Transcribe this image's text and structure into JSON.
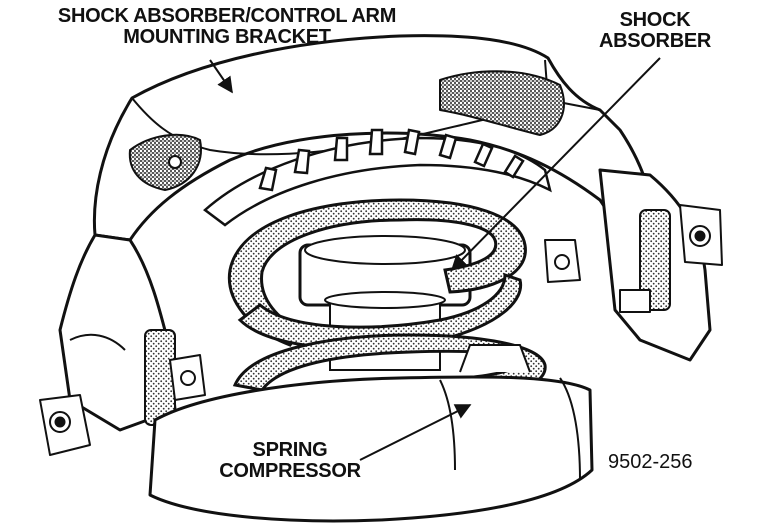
{
  "labels": {
    "bracket_line1": "SHOCK ABSORBER/CONTROL ARM",
    "bracket_line2": "MOUNTING BRACKET",
    "shock_line1": "SHOCK",
    "shock_line2": "ABSORBER",
    "spring_line1": "SPRING",
    "spring_line2": "COMPRESSOR",
    "figure_code": "9502-256"
  },
  "colors": {
    "ink": "#111111",
    "hatch": "#333333",
    "paper": "#ffffff"
  }
}
